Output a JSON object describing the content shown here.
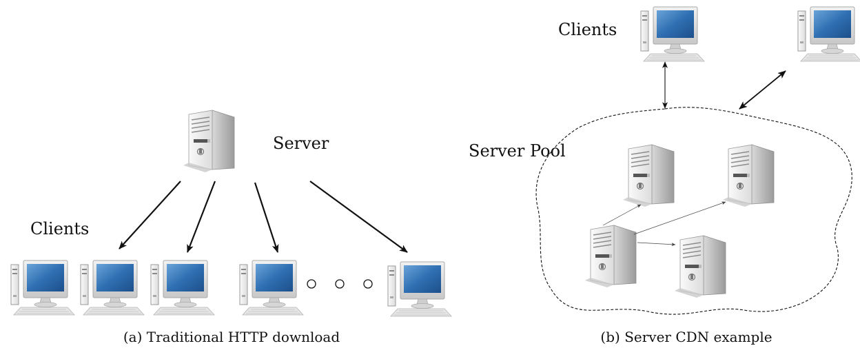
{
  "panel_a": {
    "server_label": "Server",
    "clients_label": "Clients",
    "caption": "(a) Traditional HTTP download"
  },
  "panel_b": {
    "clients_label": "Clients",
    "pool_label": "Server Pool",
    "caption": "(b) Server CDN example"
  },
  "icons": {
    "server": "server-tower-icon",
    "client": "desktop-computer-icon"
  },
  "colors": {
    "screen": "#2f6fb2",
    "case": "#d8d8d8",
    "line": "#111111"
  }
}
